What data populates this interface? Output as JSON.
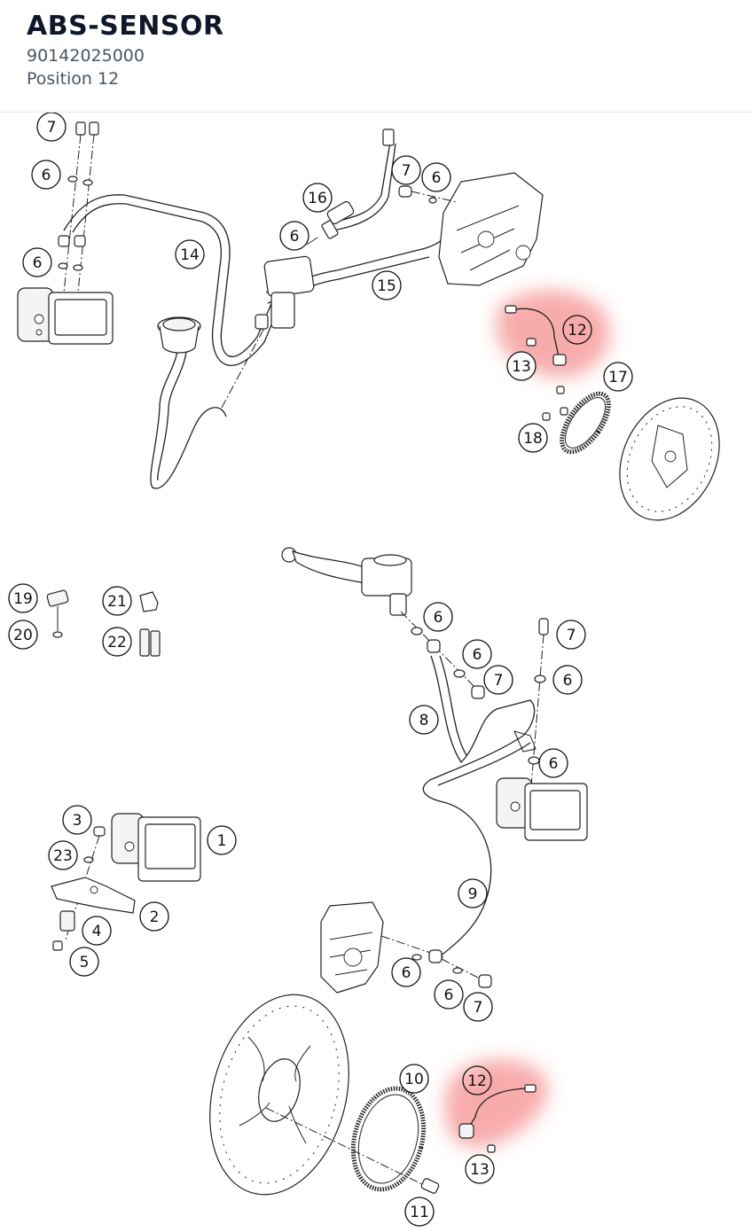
{
  "header": {
    "title": "ABS-SENSOR",
    "part_number": "90142025000",
    "position": "Position 12"
  },
  "highlight_color": "#ef4444",
  "callouts_top": [
    "7",
    "6",
    "6",
    "14",
    "16",
    "6",
    "7",
    "6",
    "15",
    "12",
    "13",
    "17",
    "18"
  ],
  "callouts_bottom": [
    "19",
    "20",
    "21",
    "22",
    "6",
    "7",
    "6",
    "7",
    "6",
    "8",
    "6",
    "3",
    "23",
    "1",
    "2",
    "4",
    "5",
    "9",
    "6",
    "6",
    "7",
    "10",
    "12",
    "13",
    "11"
  ]
}
